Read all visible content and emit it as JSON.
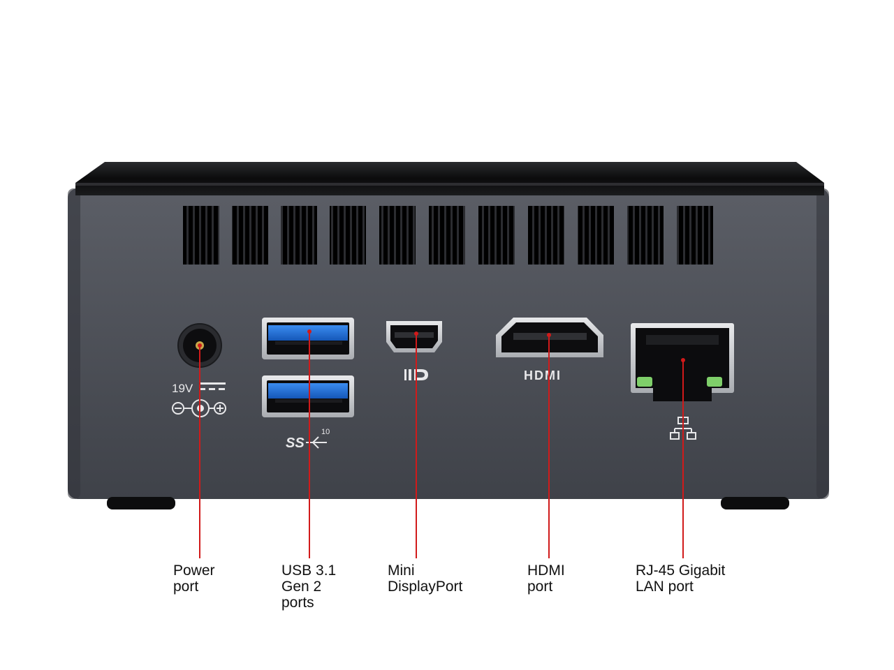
{
  "device": {
    "power_port": {
      "voltage_label": "19V"
    },
    "usb": {
      "logo_text": "SS",
      "speed_label": "10"
    },
    "hdmi": {
      "logo_text": "HDMI"
    }
  },
  "callouts": [
    {
      "id": "power",
      "lines": [
        "Power",
        "port"
      ]
    },
    {
      "id": "usb",
      "lines": [
        "USB 3.1",
        "Gen 2",
        "ports"
      ]
    },
    {
      "id": "minidp",
      "lines": [
        "Mini",
        "DisplayPort"
      ]
    },
    {
      "id": "hdmi",
      "lines": [
        "HDMI",
        "port"
      ]
    },
    {
      "id": "lan",
      "lines": [
        "RJ-45 Gigabit",
        "LAN port"
      ]
    }
  ],
  "colors": {
    "chassis": "#4d5058",
    "top_lid": "#111111",
    "usb_blue": "#1f6fd6",
    "callout_line": "#d11a1a",
    "led_green": "#7fcf6a"
  }
}
